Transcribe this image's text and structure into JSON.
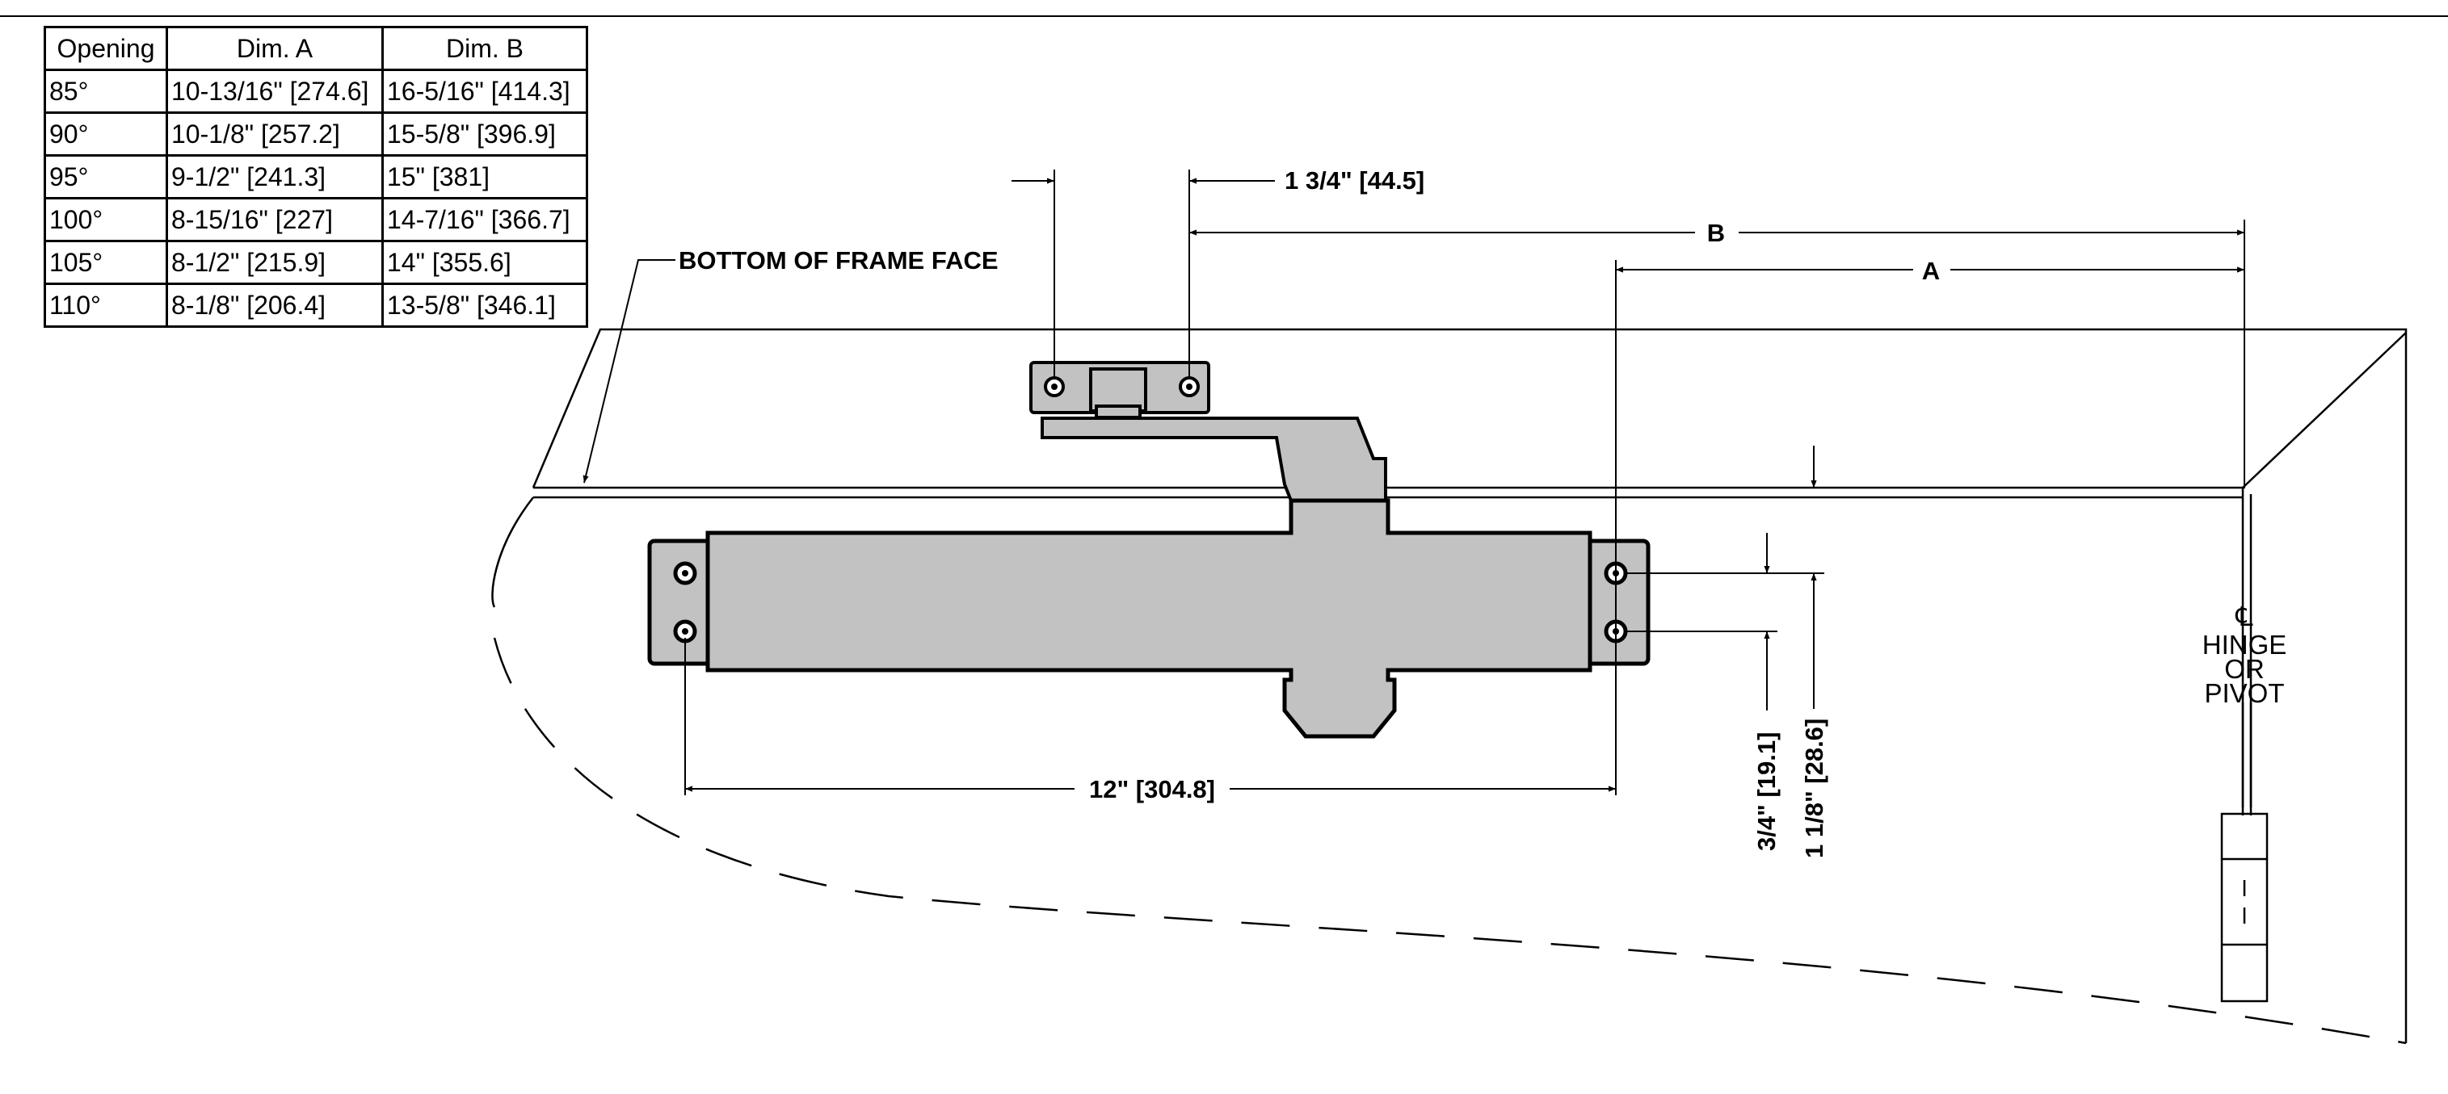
{
  "table": {
    "headers": [
      "Opening",
      "Dim. A",
      "Dim. B"
    ],
    "rows": [
      [
        "85°",
        "10-13/16\" [274.6]",
        "16-5/16\" [414.3]"
      ],
      [
        "90°",
        "10-1/8\" [257.2]",
        "15-5/8\" [396.9]"
      ],
      [
        "95°",
        "9-1/2\" [241.3]",
        "15\" [381]"
      ],
      [
        "100°",
        "8-15/16\" [227]",
        "14-7/16\" [366.7]"
      ],
      [
        "105°",
        "8-1/2\" [215.9]",
        "14\" [355.6]"
      ],
      [
        "110°",
        "8-1/8\" [206.4]",
        "13-5/8\" [346.1]"
      ]
    ]
  },
  "labels": {
    "frame_face": "BOTTOM OF FRAME FACE",
    "dim_bracket": "1 3/4\" [44.5]",
    "dim_b": "B",
    "dim_a": "A",
    "dim_length": "12\" [304.8]",
    "dim_three_quarter": "3/4\" [19.1]",
    "dim_one_eighth": "1 1/8\" [28.6]",
    "centerline_symbol": "℄",
    "hinge_line1": "HINGE",
    "hinge_line2": "OR",
    "hinge_line3": "PIVOT"
  },
  "colors": {
    "body_fill": "#c2c2c2",
    "line": "#000000"
  }
}
